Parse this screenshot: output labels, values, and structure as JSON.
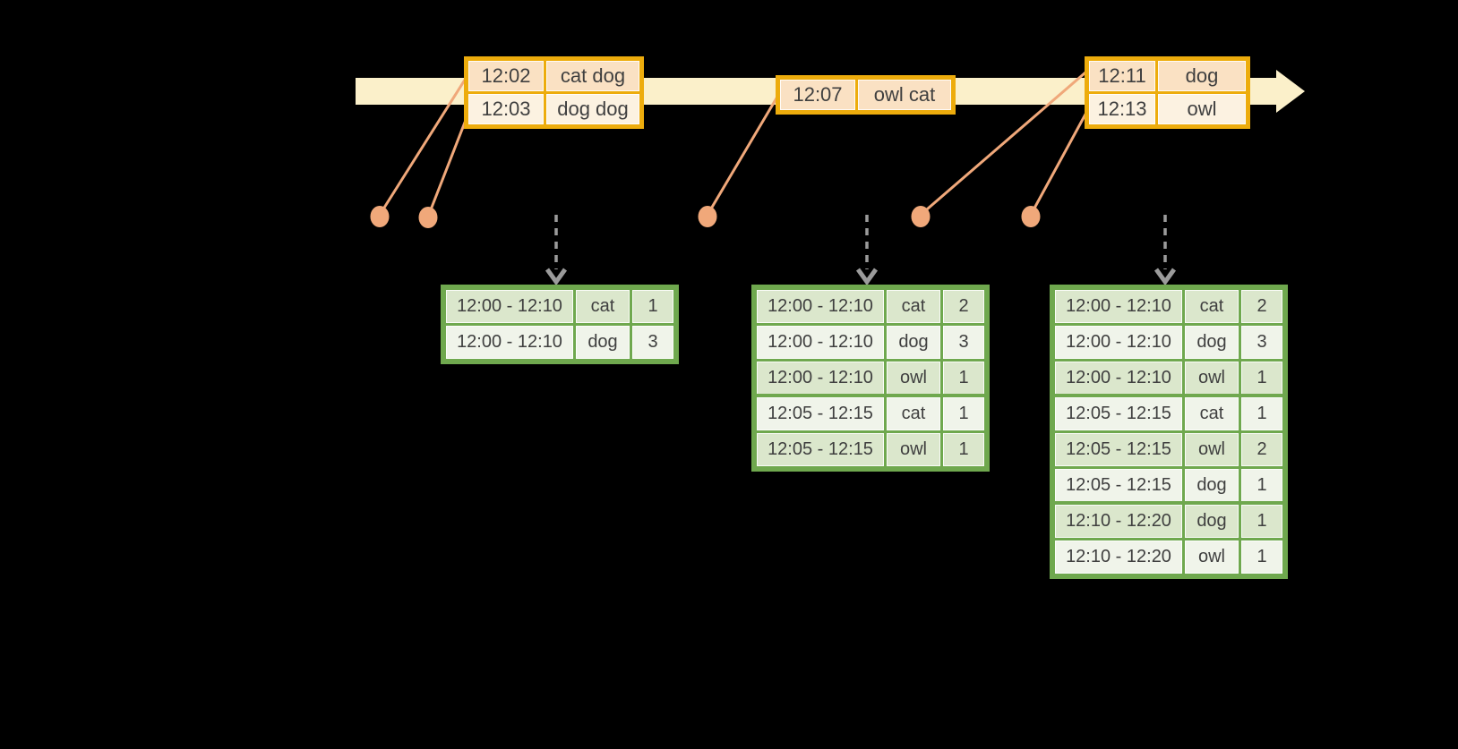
{
  "colors": {
    "background": "#000000",
    "timeline": "#FBF0CA",
    "amber": "#EDAC0C",
    "peach": "#FAE1C3",
    "peach_light": "#FCF2E1",
    "salmon": "#F0A87A",
    "green": "#6FA84E",
    "green_row_dark": "#DBE7CC",
    "green_row_light": "#F0F4EA",
    "gray": "#9B9B9B",
    "text": "#3F3F3F"
  },
  "icons": {
    "timeline_arrowhead": "right-arrow",
    "trigger_arrow": "down-dashed-arrow",
    "event_marker": "dot"
  },
  "event_tables": [
    {
      "rows": [
        [
          "12:02",
          "cat dog"
        ],
        [
          "12:03",
          "dog dog"
        ]
      ]
    },
    {
      "rows": [
        [
          "12:07",
          "owl cat"
        ]
      ]
    },
    {
      "rows": [
        [
          "12:11",
          "dog"
        ],
        [
          "12:13",
          "owl"
        ]
      ]
    }
  ],
  "result_tables": [
    {
      "rows": [
        [
          "12:00 - 12:10",
          "cat",
          "1"
        ],
        [
          "12:00 - 12:10",
          "dog",
          "3"
        ]
      ]
    },
    {
      "rows": [
        [
          "12:00 - 12:10",
          "cat",
          "2"
        ],
        [
          "12:00 - 12:10",
          "dog",
          "3"
        ],
        [
          "12:00 - 12:10",
          "owl",
          "1"
        ],
        [
          "12:05 - 12:15",
          "cat",
          "1"
        ],
        [
          "12:05 - 12:15",
          "owl",
          "1"
        ]
      ]
    },
    {
      "rows": [
        [
          "12:00 - 12:10",
          "cat",
          "2"
        ],
        [
          "12:00 - 12:10",
          "dog",
          "3"
        ],
        [
          "12:00 - 12:10",
          "owl",
          "1"
        ],
        [
          "12:05 - 12:15",
          "cat",
          "1"
        ],
        [
          "12:05 - 12:15",
          "owl",
          "2"
        ],
        [
          "12:05 - 12:15",
          "dog",
          "1"
        ],
        [
          "12:10 - 12:20",
          "dog",
          "1"
        ],
        [
          "12:10 - 12:20",
          "owl",
          "1"
        ]
      ]
    }
  ]
}
